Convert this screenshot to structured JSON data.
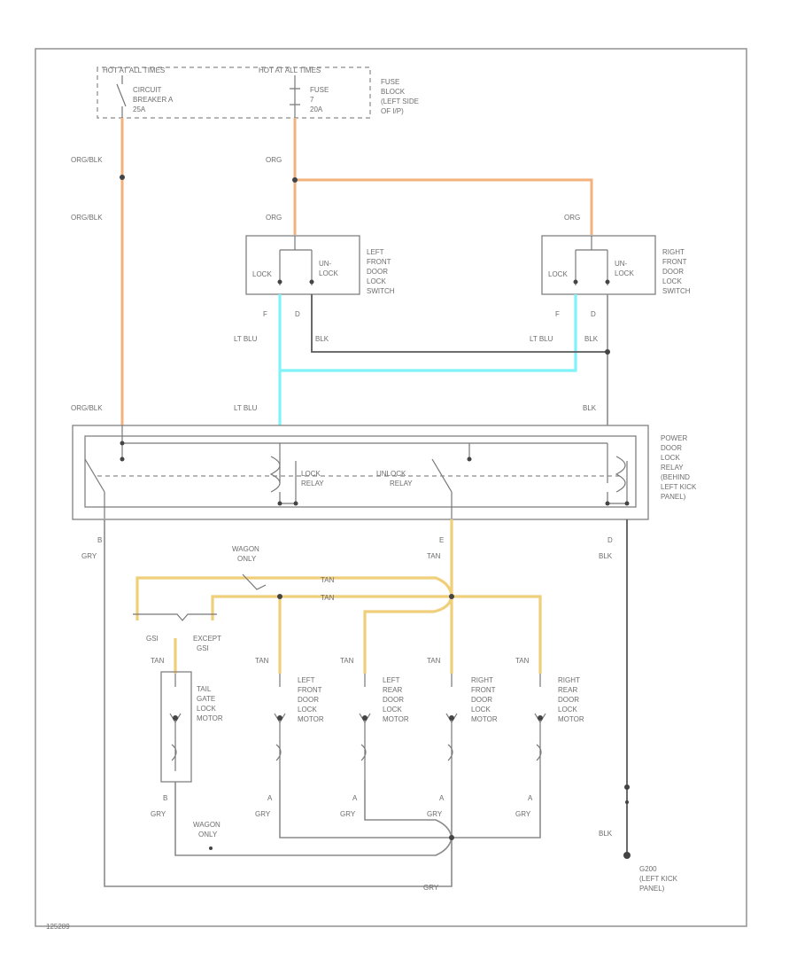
{
  "fuse_area": {
    "hot_all_times": "HOT AT ALL TIMES",
    "hot_run": "HOT AT ALL TIMES",
    "circuit_breaker": [
      "CIRCUIT",
      "BREAKER A",
      "25A"
    ],
    "fuse": [
      "FUSE",
      "7",
      "20A"
    ],
    "fuse_block": [
      "FUSE",
      "BLOCK",
      "(LEFT SIDE",
      "OF I/P)"
    ]
  },
  "wires": {
    "org_blk": "ORG/BLK",
    "org": "ORG",
    "lt_blu": "LT BLU",
    "blk": "BLK",
    "tan": "TAN",
    "gry": "GRY"
  },
  "switches": {
    "left": [
      "LEFT",
      "FRONT",
      "DOOR",
      "LOCK",
      "SWITCH"
    ],
    "right": [
      "RIGHT",
      "FRONT",
      "DOOR",
      "LOCK",
      "SWITCH"
    ],
    "lock": "LOCK",
    "un": "UN-",
    "lock2": "LOCK",
    "pin_f": "F",
    "pin_d": "D"
  },
  "relay": {
    "lock_relay": [
      "LOCK",
      "RELAY"
    ],
    "unlock_relay": [
      "UNLOCK",
      "RELAY"
    ],
    "title": [
      "POWER",
      "DOOR",
      "LOCK",
      "RELAY",
      "(BEHIND",
      "LEFT KICK",
      "PANEL)"
    ],
    "pin_b": "B",
    "pin_e": "E",
    "pin_d": "D"
  },
  "options": {
    "wagon_only": [
      "WAGON",
      "ONLY"
    ],
    "gsi": "GSI",
    "except_gsi": [
      "EXCEPT",
      "GSI"
    ]
  },
  "motors": [
    {
      "name": [
        "TAIL",
        "GATE",
        "LOCK",
        "MOTOR"
      ],
      "pin": "B"
    },
    {
      "name": [
        "LEFT",
        "FRONT",
        "DOOR",
        "LOCK",
        "MOTOR"
      ],
      "pin": "A"
    },
    {
      "name": [
        "LEFT",
        "REAR",
        "DOOR",
        "LOCK",
        "MOTOR"
      ],
      "pin": "A"
    },
    {
      "name": [
        "RIGHT",
        "FRONT",
        "DOOR",
        "LOCK",
        "MOTOR"
      ],
      "pin": "A"
    },
    {
      "name": [
        "RIGHT",
        "REAR",
        "DOOR",
        "LOCK",
        "MOTOR"
      ],
      "pin": "A"
    }
  ],
  "ground": {
    "id": "G200",
    "location": [
      "(LEFT KICK",
      "PANEL)"
    ]
  },
  "footer_code": "125289"
}
